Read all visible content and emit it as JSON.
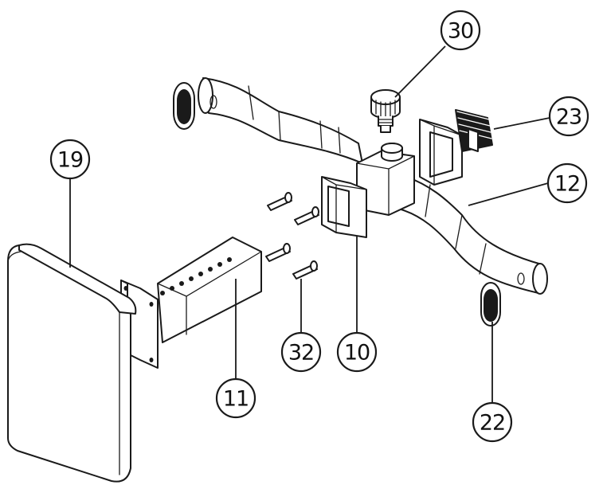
{
  "callouts": [
    {
      "id": "19",
      "label": "19"
    },
    {
      "id": "11",
      "label": "11"
    },
    {
      "id": "32",
      "label": "32"
    },
    {
      "id": "10",
      "label": "10"
    },
    {
      "id": "30",
      "label": "30"
    },
    {
      "id": "23",
      "label": "23"
    },
    {
      "id": "12",
      "label": "12"
    },
    {
      "id": "22",
      "label": "22"
    }
  ]
}
